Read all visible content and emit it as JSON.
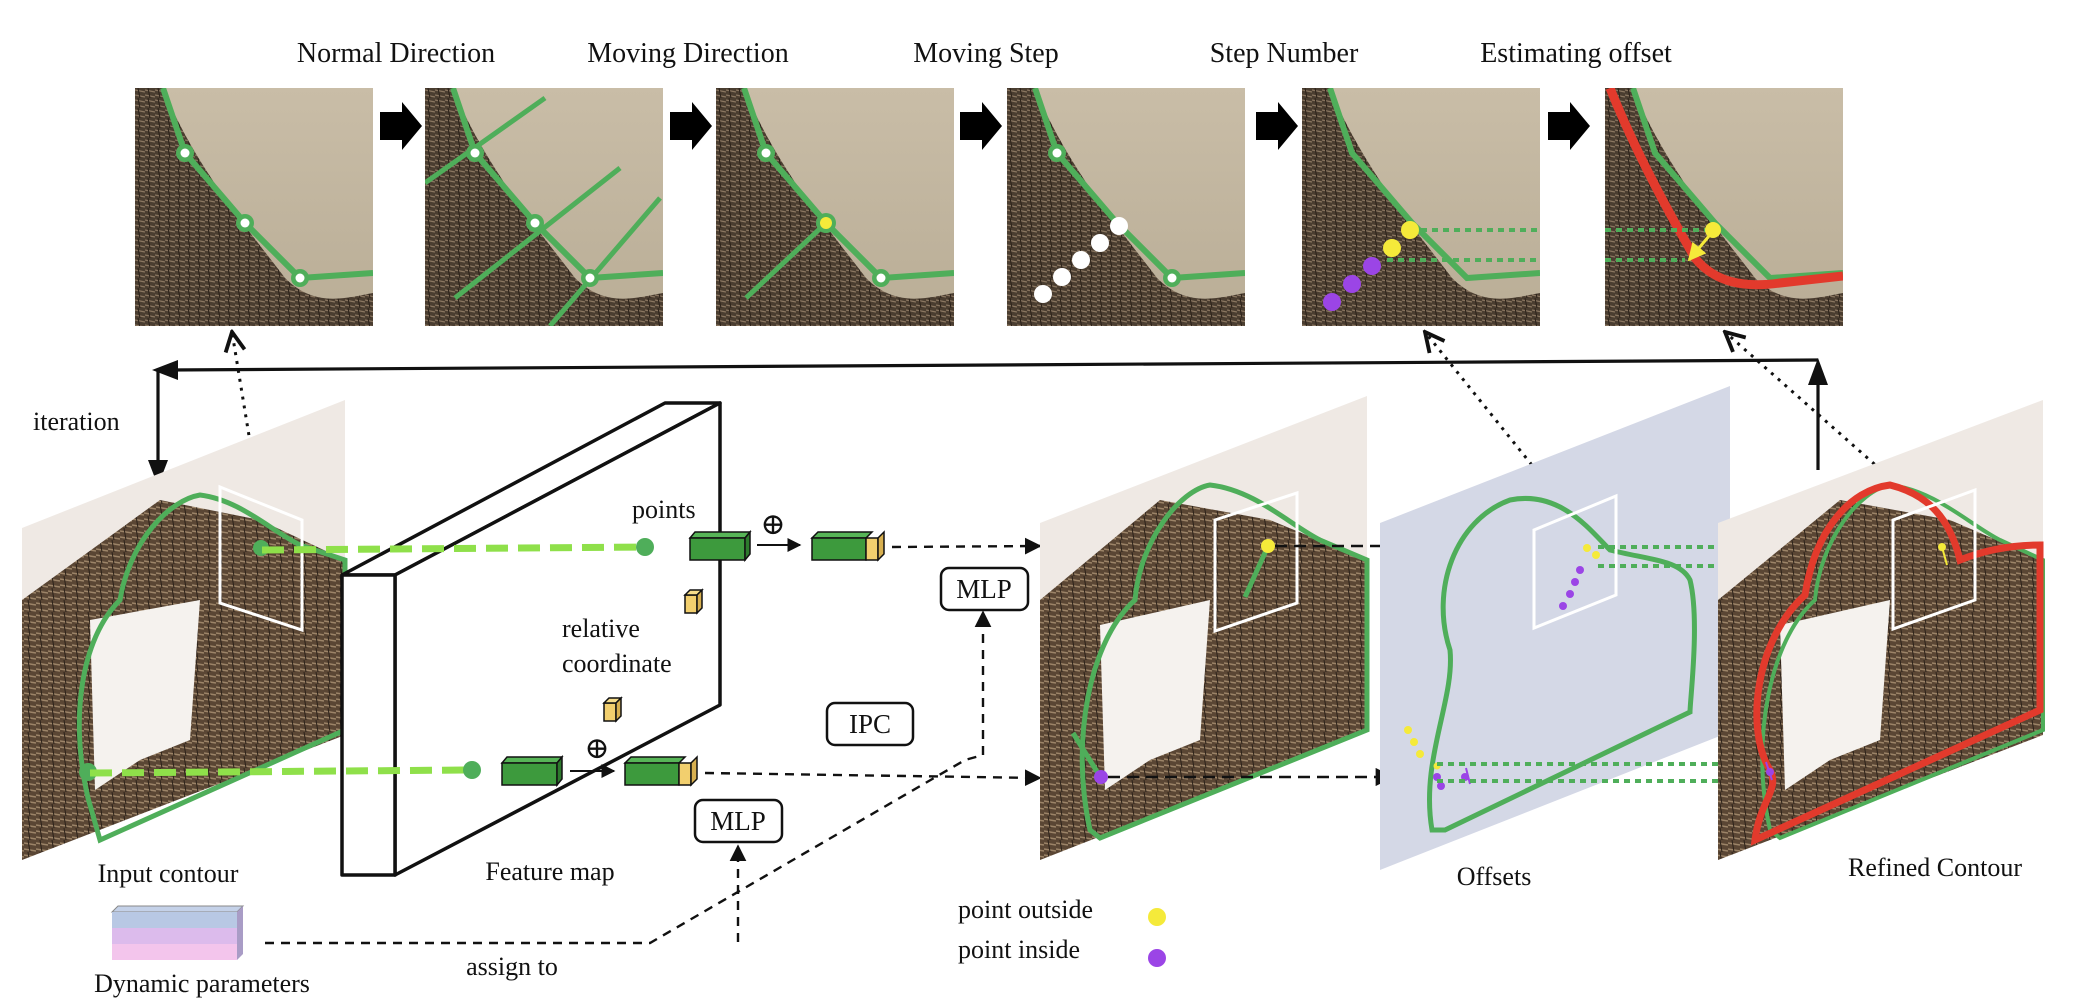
{
  "steps": {
    "normal_direction": "Normal Direction",
    "moving_direction": "Moving Direction",
    "moving_step": "Moving Step",
    "step_number": "Step Number",
    "estimating_offset": "Estimating offset"
  },
  "labels": {
    "iteration": "iteration",
    "input_contour": "Input contour",
    "feature_map": "Feature map",
    "points": "points",
    "relative_coordinate_line1": "relative",
    "relative_coordinate_line2": "coordinate",
    "ipc": "IPC",
    "mlp_upper": "MLP",
    "mlp_lower": "MLP",
    "offsets": "Offsets",
    "refined_contour": "Refined Contour",
    "assign_to": "assign to",
    "dynamic_parameters": "Dynamic parameters",
    "oplus_1": "⊕",
    "oplus_2": "⊕"
  },
  "legend": {
    "outside_label": "point outside",
    "inside_label": "point inside",
    "outside_color": "#f5ea3a",
    "inside_color": "#9b45e6"
  },
  "colors": {
    "contour_green": "#4fae5a",
    "refined_red": "#e23a2c",
    "feature_green": "#3d9a3d",
    "dash_green": "#8fe04a",
    "offsets_panel": "#d4d8e6"
  }
}
